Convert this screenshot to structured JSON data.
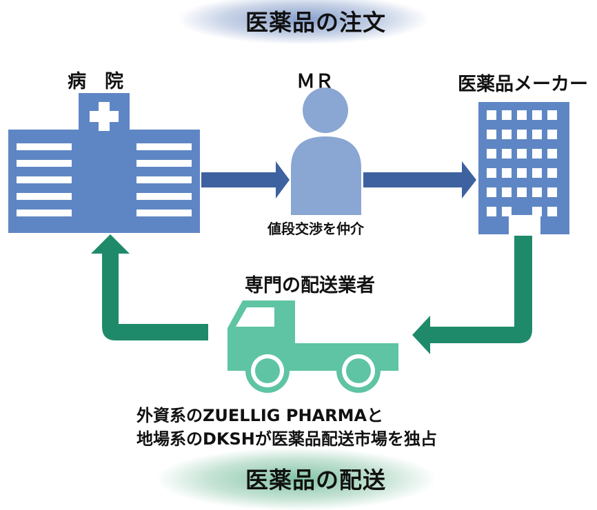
{
  "title_top": "医薬品の注文",
  "title_bottom": "医薬品の配送",
  "hospital": {
    "label": "病　院"
  },
  "mr": {
    "label": "ＭＲ",
    "caption": "値段交渉を仲介"
  },
  "maker": {
    "label": "医薬品メーカー"
  },
  "distributor": {
    "label": "専門の配送業者",
    "description_line1": "外資系のZUELLIG PHARMAと",
    "description_line2": "地場系のDKSHが医薬品配送市場を独占"
  },
  "colors": {
    "blue": "#5f86c4",
    "blue_dark": "#3e62a0",
    "person": "#8aa6d3",
    "green_arrow": "#1f8a6a",
    "truck": "#5ec4a3",
    "white": "#ffffff"
  },
  "icons": {
    "hospital": "hospital-building-icon",
    "mr": "person-icon",
    "maker": "office-building-icon",
    "truck": "delivery-truck-icon"
  }
}
